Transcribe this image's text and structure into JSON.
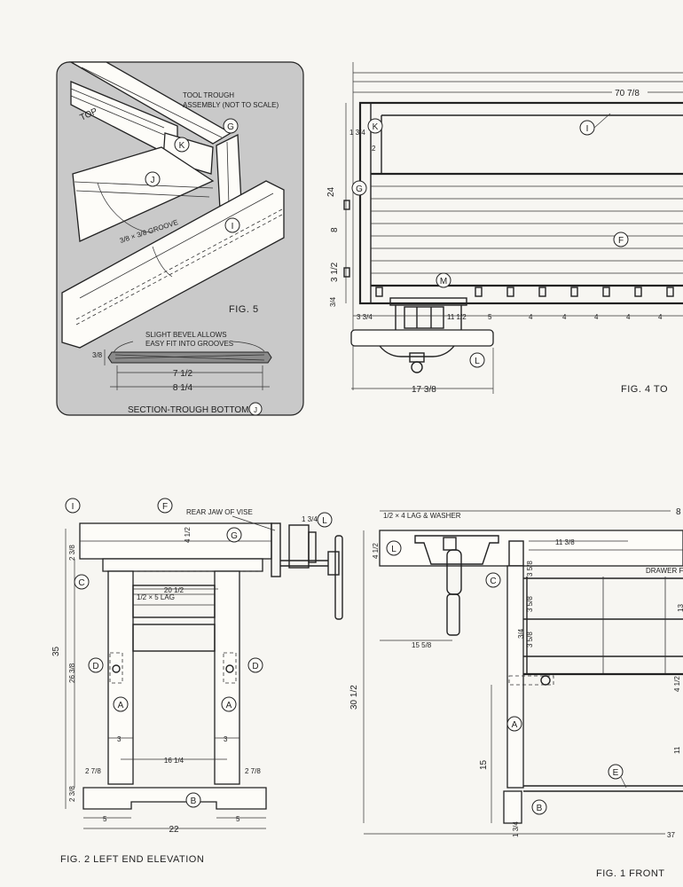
{
  "fig5": {
    "caption": "FIG. 5",
    "title_line1": "TOOL TROUGH",
    "title_line2": "ASSEMBLY (NOT TO SCALE)",
    "top_label": "TOP",
    "groove_label": "3/8 × 3/8 GROOVE",
    "bevel_note_line1": "SLIGHT BEVEL ALLOWS",
    "bevel_note_line2": "EASY FIT INTO GROOVES",
    "dim_thickness": "3/8",
    "dim_inner": "7 1/2",
    "dim_outer": "8 1/4",
    "section_caption": "SECTION-TROUGH BOTTOM",
    "section_part": "J",
    "callouts": [
      "K",
      "G",
      "J",
      "I"
    ]
  },
  "fig4": {
    "caption": "FIG. 4  TO",
    "dims": {
      "overall_length": "70 7/8",
      "trough_depth": "1 3/4",
      "offset_2": "2",
      "depth_24": "24",
      "dim_8": "8",
      "dim_3_5": "3 1/2",
      "dim_3_4": "3/4",
      "dim_3_3_4": "3 3/4",
      "dim_11_5": "11 1/2",
      "dim_5": "5",
      "dim_4": "4",
      "vise_width": "17 3/8"
    },
    "callouts": [
      "K",
      "G",
      "I",
      "F",
      "M",
      "L"
    ]
  },
  "fig2": {
    "caption": "FIG. 2   LEFT END ELEVATION",
    "note_rear_jaw": "REAR JAW OF VISE",
    "note_lag": "1/2 × 5 LAG",
    "dims": {
      "height_35": "35",
      "height_26": "26 3/8",
      "top_thick": "4 1/2",
      "dim_2_3_8": "2 3/8",
      "dim_20": "20 1/2",
      "dim_1_3_4": "1 3/4",
      "leg_3": "3",
      "span_16": "16 1/4",
      "foot_2_7_8": "2 7/8",
      "foot_2_3_8": "2 3/8",
      "foot_5": "5",
      "base_22": "22"
    },
    "callouts": [
      "I",
      "F",
      "G",
      "L",
      "C",
      "D",
      "A",
      "B"
    ]
  },
  "fig1": {
    "caption": "FIG. 1   FRONT",
    "note_lag": "1/2 × 4 LAG & WASHER",
    "note_drawer": "DRAWER F OVERLAP",
    "dims": {
      "dim_8": "8",
      "dim_11_3_8": "11 3/8",
      "dim_4_1_2": "4 1/2",
      "dim_15_5_8": "15 5/8",
      "height_30": "30 1/2",
      "dim_15": "15",
      "dim_3_4": "3/4",
      "dim_3_5_8": "3 5/8",
      "dim_37": "37",
      "dim_1_3_4": "1 3/4",
      "dim_11": "11",
      "dim_13": "13"
    },
    "callouts": [
      "L",
      "C",
      "A",
      "E",
      "B"
    ]
  }
}
